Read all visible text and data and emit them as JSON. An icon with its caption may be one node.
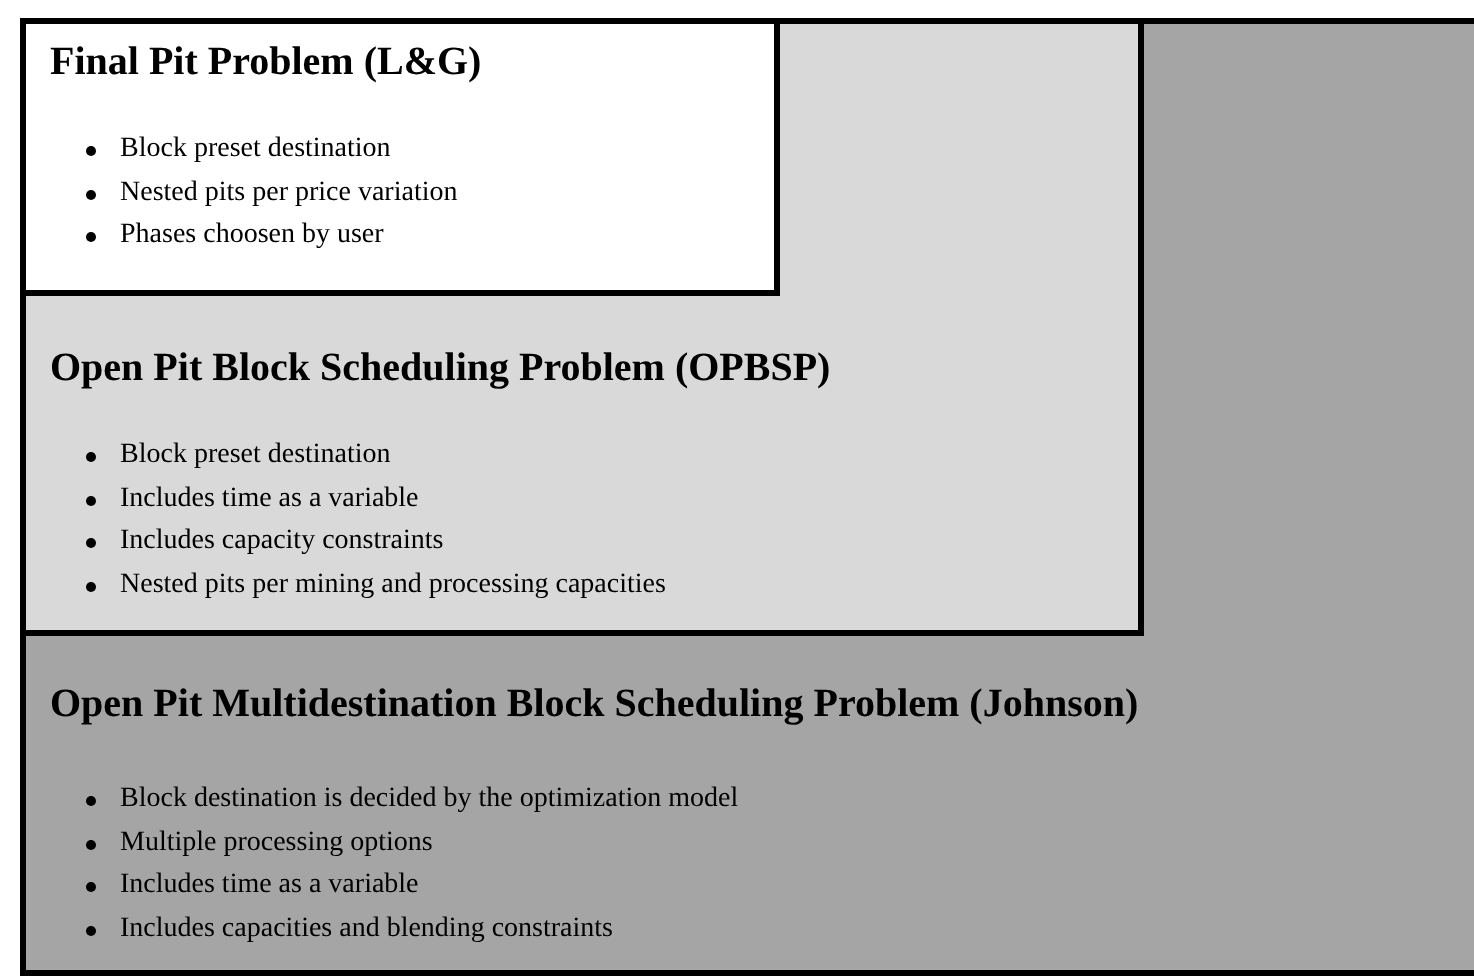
{
  "diagram": {
    "nodes": [
      {
        "text": [
          "Open Pit Multidestination Block Scheduling Problem (Johnson)",
          "Block destination is decided by the optimization model",
          "Multiple processing options",
          "Includes time as a variable",
          "Includes capacities and blending constraints"
        ]
      },
      {
        "text": [
          "Open Pit Block Scheduling Problem (OPBSP)",
          "Block preset destination",
          "Includes time as a variable",
          "Includes capacity constraints",
          "Nested pits per mining and processing capacities"
        ],
        "in": 0
      },
      {
        "text": [
          "Final Pit Problem (L&G)",
          "Block preset destination",
          "Nested pits per price variation",
          "Phases choosen by user"
        ],
        "in": 1
      }
    ]
  }
}
